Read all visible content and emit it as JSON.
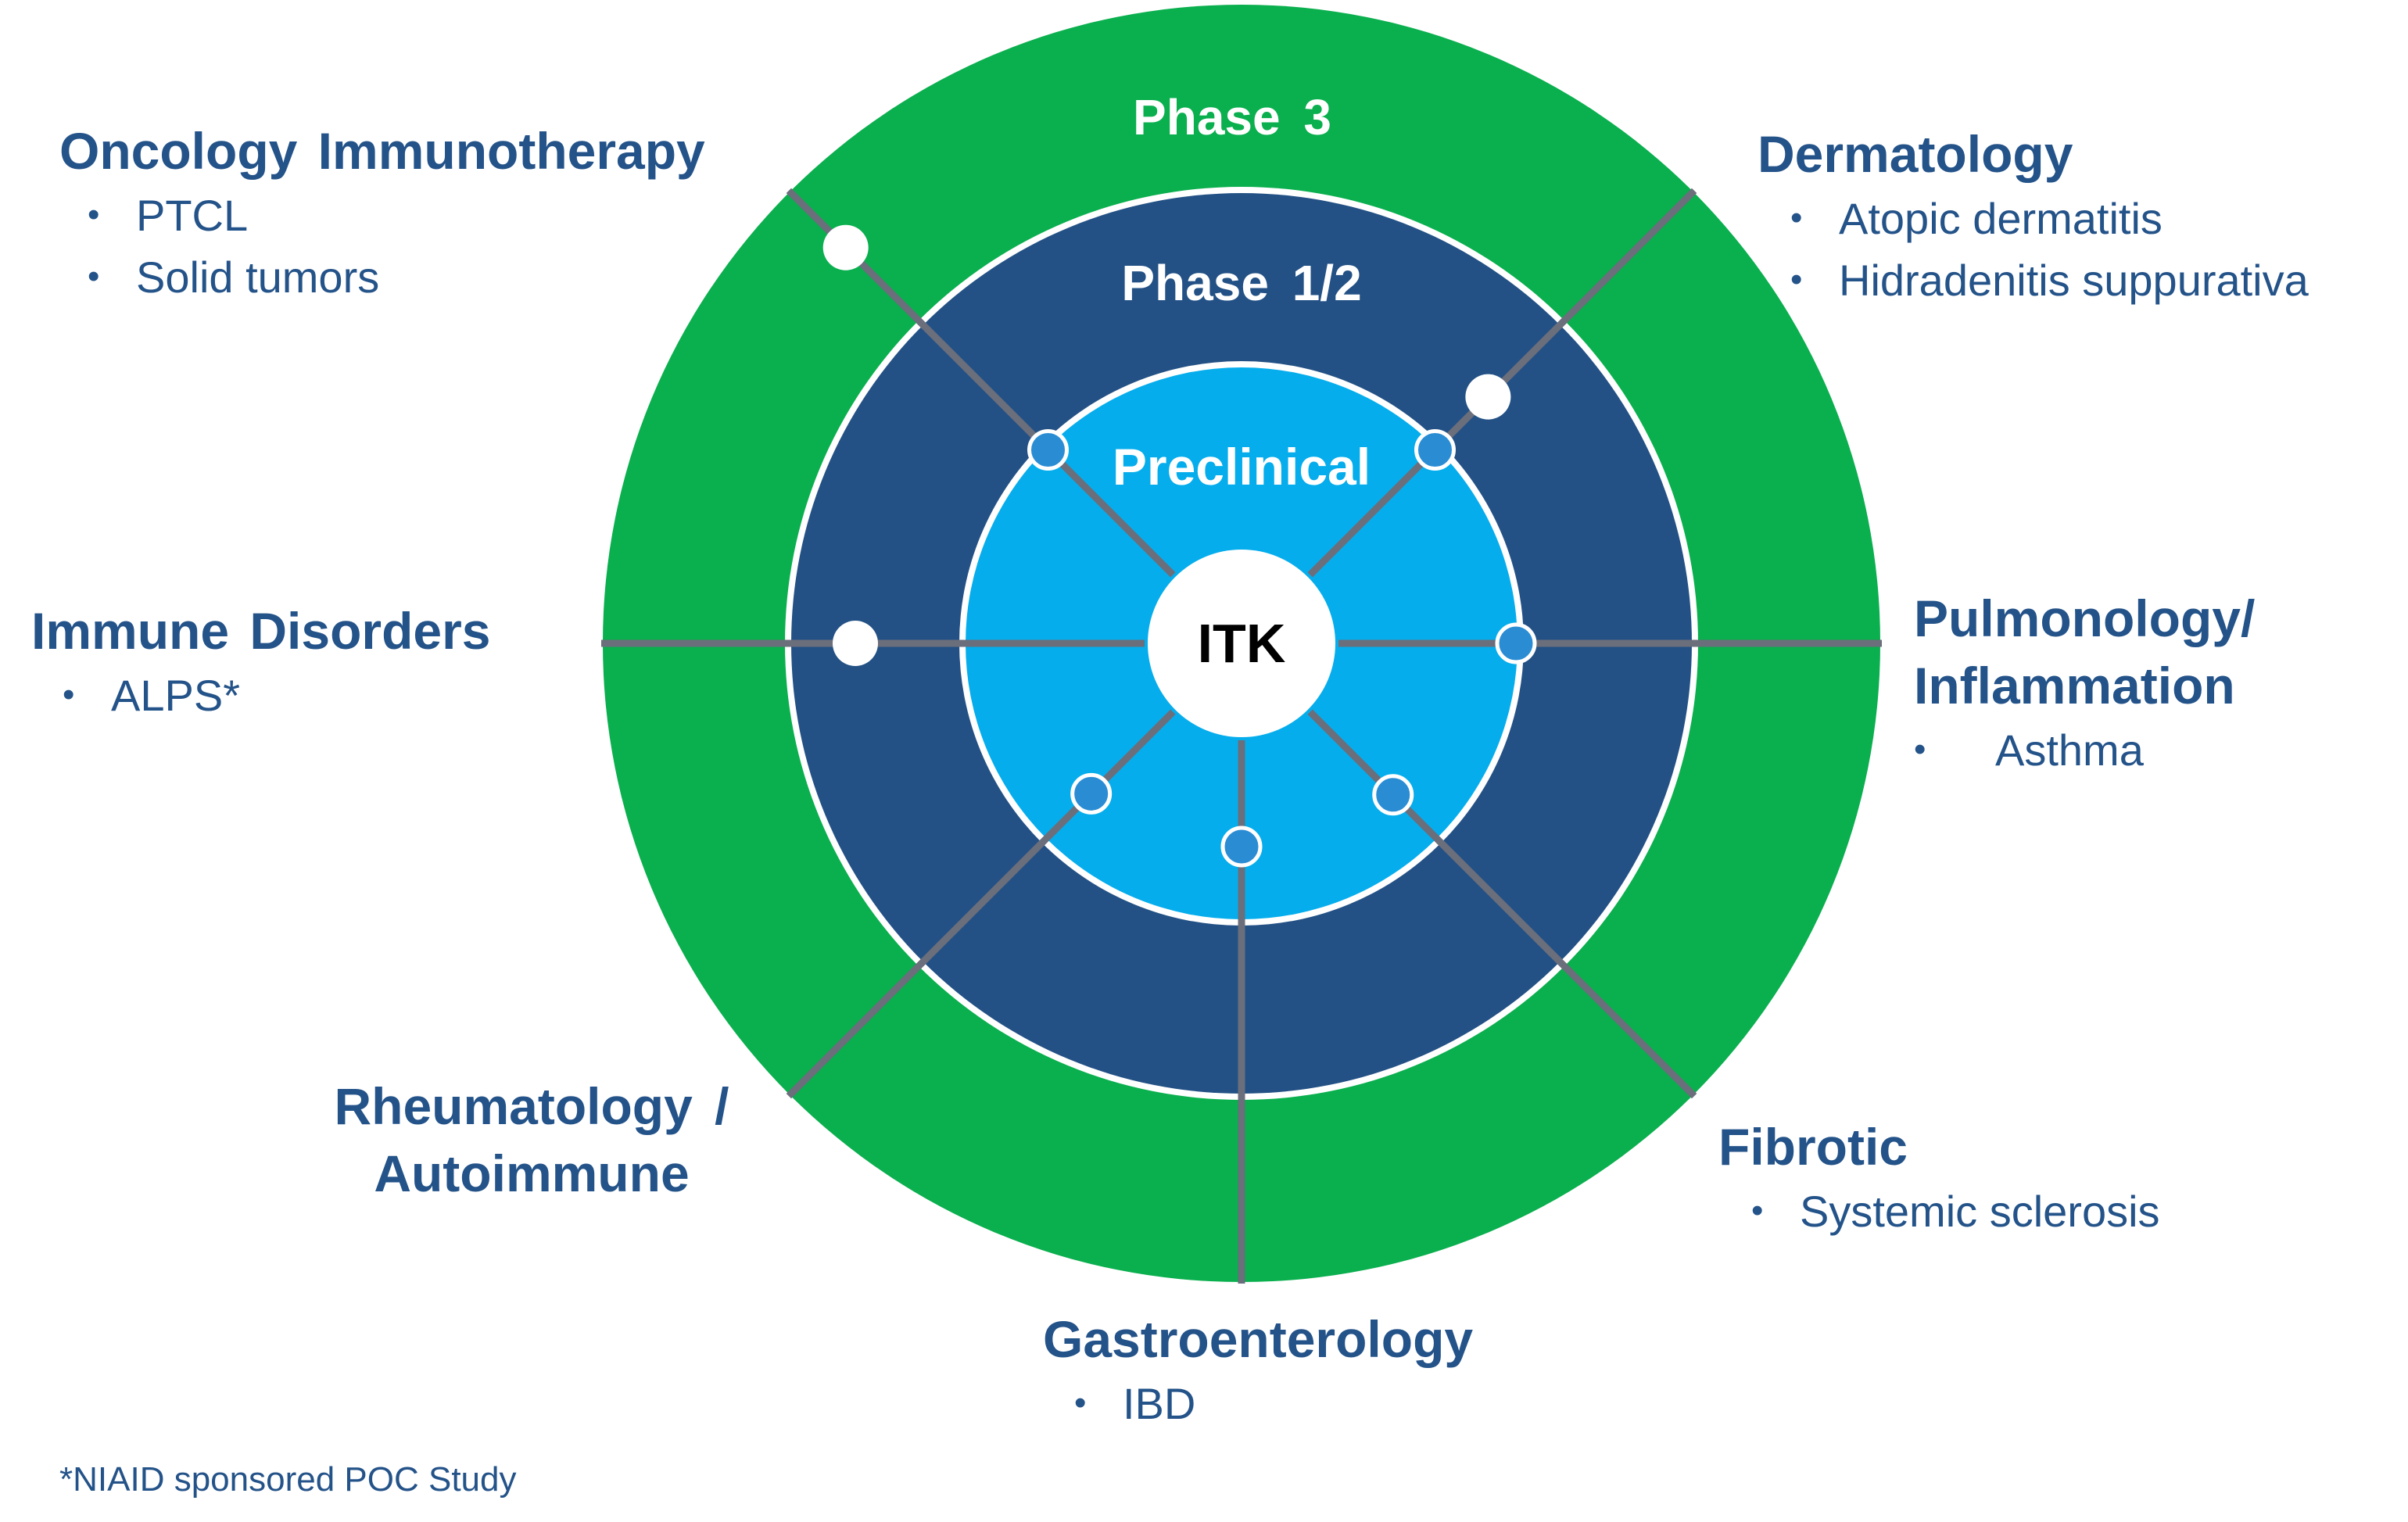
{
  "colors": {
    "phase3": "#0aaf4e",
    "phase12": "#235185",
    "preclinical": "#06adec",
    "center": "#ffffff",
    "spoke": "#6b6e7b",
    "ring_divider": "#ffffff",
    "marker_preclinical": "#2a8dd4",
    "marker_clinical": "#ffffff",
    "text": "#245389"
  },
  "center": {
    "label": "ITK"
  },
  "rings": [
    {
      "key": "preclinical",
      "label": "Preclinical"
    },
    {
      "key": "phase12",
      "label": "Phase 1/2"
    },
    {
      "key": "phase3",
      "label": "Phase 3"
    }
  ],
  "therapeutic_areas": [
    {
      "id": "oncology",
      "title": "Oncology  Immunotherapy",
      "indications": [
        "PTCL",
        "Solid tumors"
      ],
      "spoke_angle_deg": 135,
      "markers": [
        {
          "stage": "preclinical"
        },
        {
          "stage": "phase3"
        }
      ]
    },
    {
      "id": "dermatology",
      "title": "Dermatology",
      "indications": [
        "Atopic dermatitis",
        "Hidradenitis suppurativa"
      ],
      "spoke_angle_deg": 45,
      "markers": [
        {
          "stage": "preclinical"
        },
        {
          "stage": "phase12"
        }
      ]
    },
    {
      "id": "immune",
      "title": "Immune  Disorders",
      "indications": [
        "ALPS*"
      ],
      "spoke_angle_deg": 180,
      "markers": [
        {
          "stage": "phase12"
        }
      ]
    },
    {
      "id": "pulmonology",
      "title": "Pulmonology/ Inflammation",
      "title_lines": [
        "Pulmonology/",
        "Inflammation"
      ],
      "indications": [
        "Asthma"
      ],
      "spoke_angle_deg": 0,
      "markers": [
        {
          "stage": "preclinical"
        }
      ]
    },
    {
      "id": "rheumatology",
      "title": "Rheumatology  / Autoimmune",
      "title_lines": [
        "Rheumatology  /",
        "Autoimmune"
      ],
      "indications": [],
      "spoke_angle_deg": 225,
      "markers": [
        {
          "stage": "preclinical"
        }
      ]
    },
    {
      "id": "gastroenterology",
      "title": "Gastroenterology",
      "indications": [
        "IBD"
      ],
      "spoke_angle_deg": 270,
      "markers": [
        {
          "stage": "preclinical"
        }
      ]
    },
    {
      "id": "fibrotic",
      "title": "Fibrotic",
      "indications": [
        "Systemic sclerosis"
      ],
      "spoke_angle_deg": 315,
      "markers": [
        {
          "stage": "preclinical"
        }
      ]
    }
  ],
  "bullet_glyph": "•",
  "footnote": "*NIAID sponsored POC Study"
}
